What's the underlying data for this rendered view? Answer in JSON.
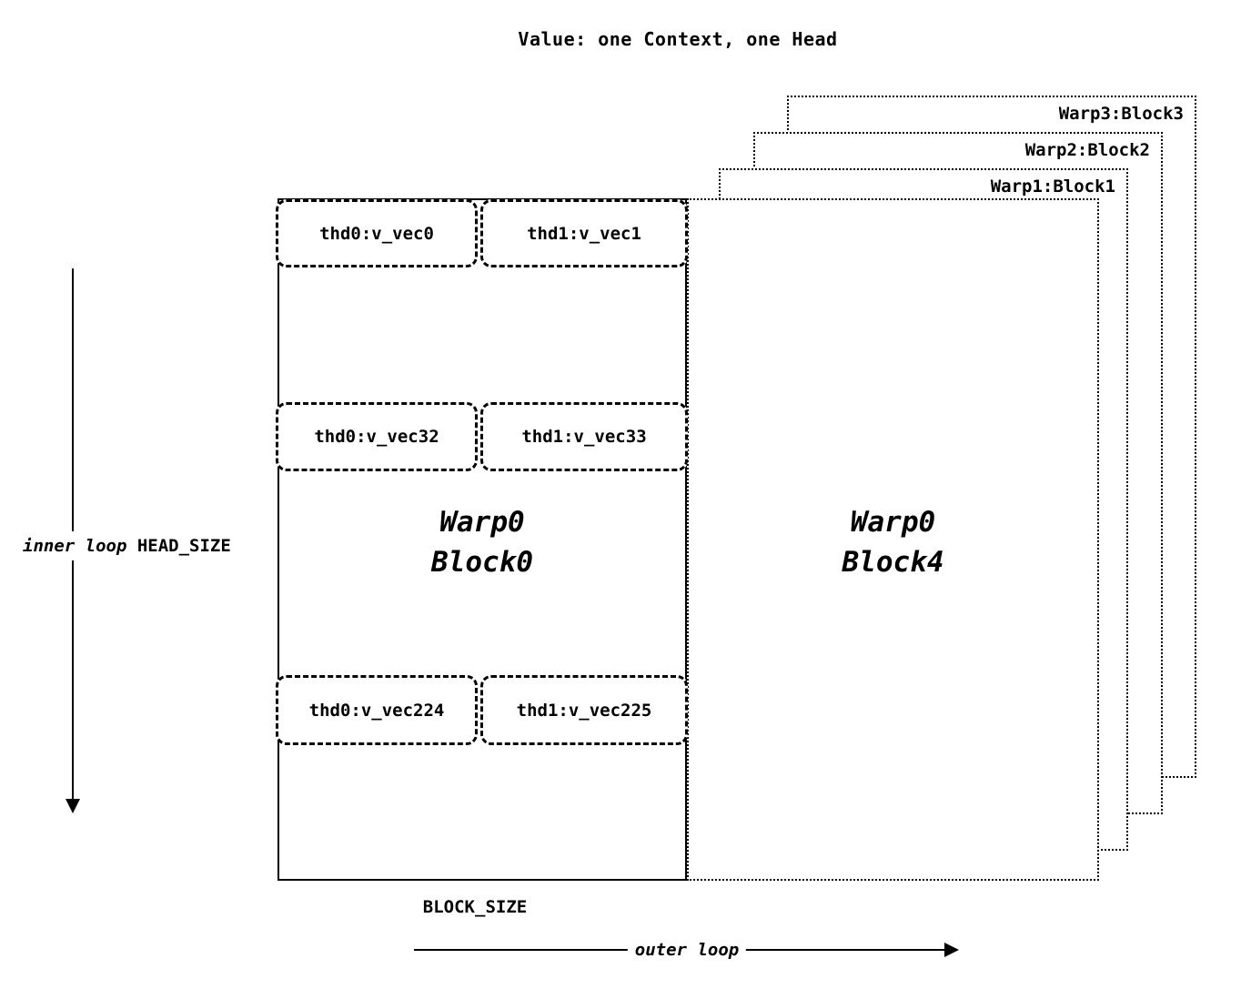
{
  "title": "Value: one Context, one Head",
  "diagram": {
    "stacked_blocks": [
      {
        "label": "Warp3:Block3"
      },
      {
        "label": "Warp2:Block2"
      },
      {
        "label": "Warp1:Block1"
      }
    ],
    "front_right_block": {
      "warp": "Warp0",
      "block": "Block4"
    },
    "main_block": {
      "warp": "Warp0",
      "block": "Block0",
      "thread_rows": [
        {
          "left": "thd0:v_vec0",
          "right": "thd1:v_vec1"
        },
        {
          "left": "thd0:v_vec32",
          "right": "thd1:v_vec33"
        },
        {
          "left": "thd0:v_vec224",
          "right": "thd1:v_vec225"
        }
      ]
    },
    "labels": {
      "inner_loop": "inner loop",
      "head_size": "HEAD_SIZE",
      "block_size": "BLOCK_SIZE",
      "outer_loop": "outer loop"
    },
    "colors": {
      "stroke": "#000000",
      "background": "#ffffff"
    }
  }
}
